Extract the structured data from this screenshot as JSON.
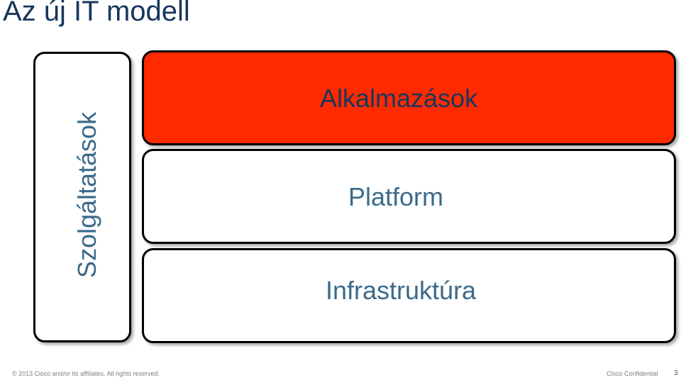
{
  "title": "Az új IT modell",
  "side": {
    "label": "Szolgáltatások"
  },
  "layers": [
    {
      "label": "Alkalmazások",
      "fill": "#ff2a00"
    },
    {
      "label": "Platform",
      "fill": "#ffffff"
    },
    {
      "label": "Infrastruktúra",
      "fill": "#ffffff"
    }
  ],
  "footer": {
    "copyright": "© 2013 Cisco and/or its affiliates. All rights reserved.",
    "confidential": "Cisco Confidential",
    "page": "3"
  },
  "colors": {
    "title": "#17365d",
    "label": "#3b6a8a",
    "accent": "#ff2a00"
  }
}
